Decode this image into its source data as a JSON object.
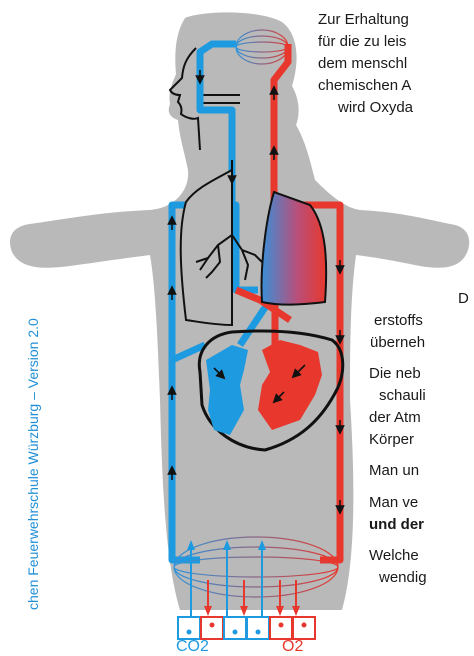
{
  "side_label": "chen Feuerwehrschule Würzburg  – Version 2.0",
  "text": {
    "l1": "Zur Erhaltung",
    "l2": "für die zu leis",
    "l3": "dem menschl",
    "l4": "chemischen A",
    "l5": "wird Oxyda",
    "p1": "D",
    "p2": "erstoffs",
    "p3": "überneh",
    "p4": "Die neb",
    "p5": "schauli",
    "p6": "der Atm",
    "p7": "Körper",
    "p8": "Man un",
    "p9": "Man ve",
    "p10": "und der",
    "p11": "Welche",
    "p12": "wendig"
  },
  "labels": {
    "co2": "CO2",
    "o2": "O2"
  },
  "colors": {
    "blue": "#1e9be0",
    "red": "#e8382d",
    "body": "#b9b9b9",
    "outline": "#111111",
    "label": "#1f8fd6"
  },
  "icons": [
    "human-torso-silhouette",
    "lung-icon",
    "heart-icon",
    "brain-capillary-icon",
    "body-capillary-icon",
    "cell-icon"
  ]
}
